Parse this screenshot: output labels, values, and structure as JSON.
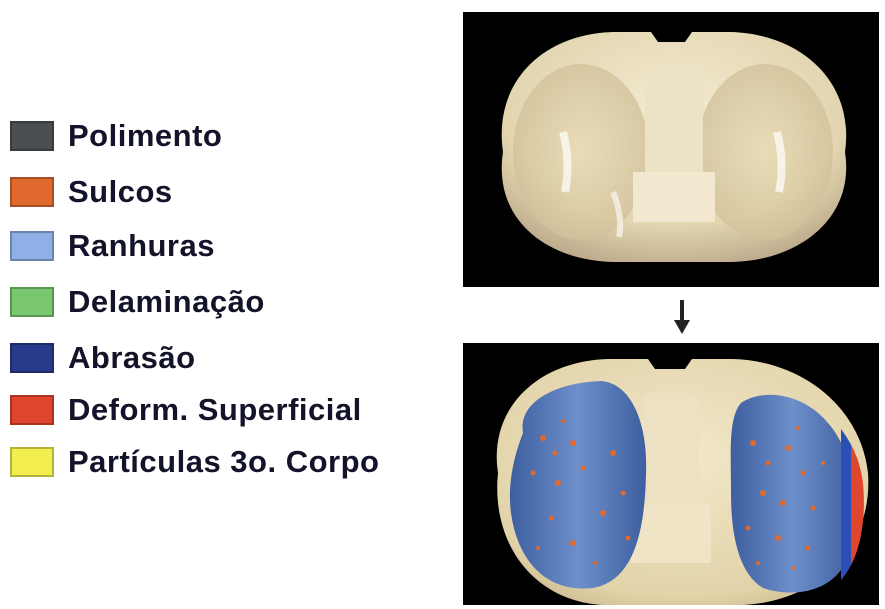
{
  "legend": {
    "items": [
      {
        "label": "Polimento",
        "color": "#4a4d52"
      },
      {
        "label": "Sulcos",
        "color": "#e06a2e"
      },
      {
        "label": "Ranhuras",
        "color": "#8fb0e6"
      },
      {
        "label": "Delaminação",
        "color": "#79c76e"
      },
      {
        "label": "Abrasão",
        "color": "#283a8a"
      },
      {
        "label": "Deform. Superficial",
        "color": "#e0452d"
      },
      {
        "label": "Partículas 3o. Corpo",
        "color": "#f2ee4e"
      }
    ]
  },
  "colors": {
    "photo_background": "#000000",
    "implant_base": "#e8dcb8",
    "wear_blue": "#4a6fb4",
    "wear_orange": "#e06a2e",
    "wear_red": "#e0452d"
  },
  "icons": {
    "transition_arrow": "down-arrow-icon"
  }
}
